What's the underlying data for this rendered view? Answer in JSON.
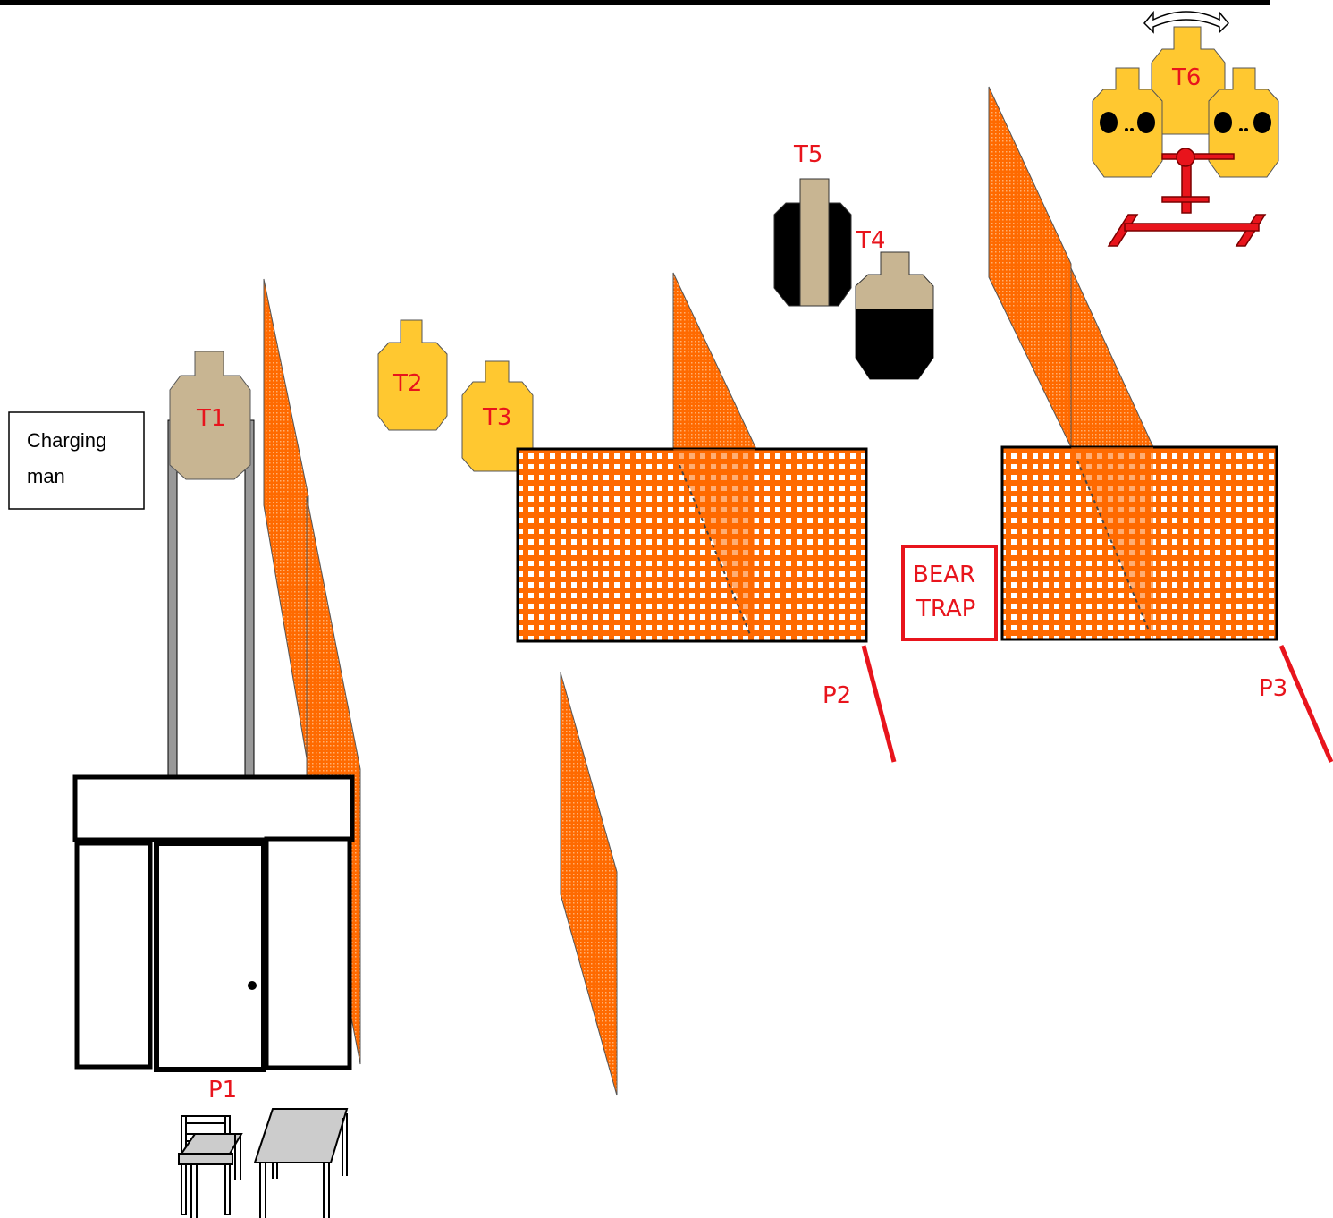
{
  "colors": {
    "target_text": "#e8141c",
    "orange": "#ff6a00",
    "tan": "#c8b592",
    "yellow": "#ffc830",
    "black": "#000000",
    "stand_red": "#e8141c"
  },
  "note": {
    "line1": "Charging",
    "line2": "man"
  },
  "targets": {
    "t1": "T1",
    "t2": "T2",
    "t3": "T3",
    "t4": "T4",
    "t5": "T5",
    "t6": "T6"
  },
  "positions": {
    "p1": "P1",
    "p2": "P2",
    "p3": "P3"
  },
  "bear_trap": {
    "line1": "BEAR",
    "line2": "TRAP"
  },
  "icons": [
    "paper-target-icon",
    "barrel-target-icon",
    "swinger-stand-icon",
    "handprint-icon",
    "door-icon",
    "chair-icon",
    "table-icon",
    "rotation-arrow-icon"
  ]
}
